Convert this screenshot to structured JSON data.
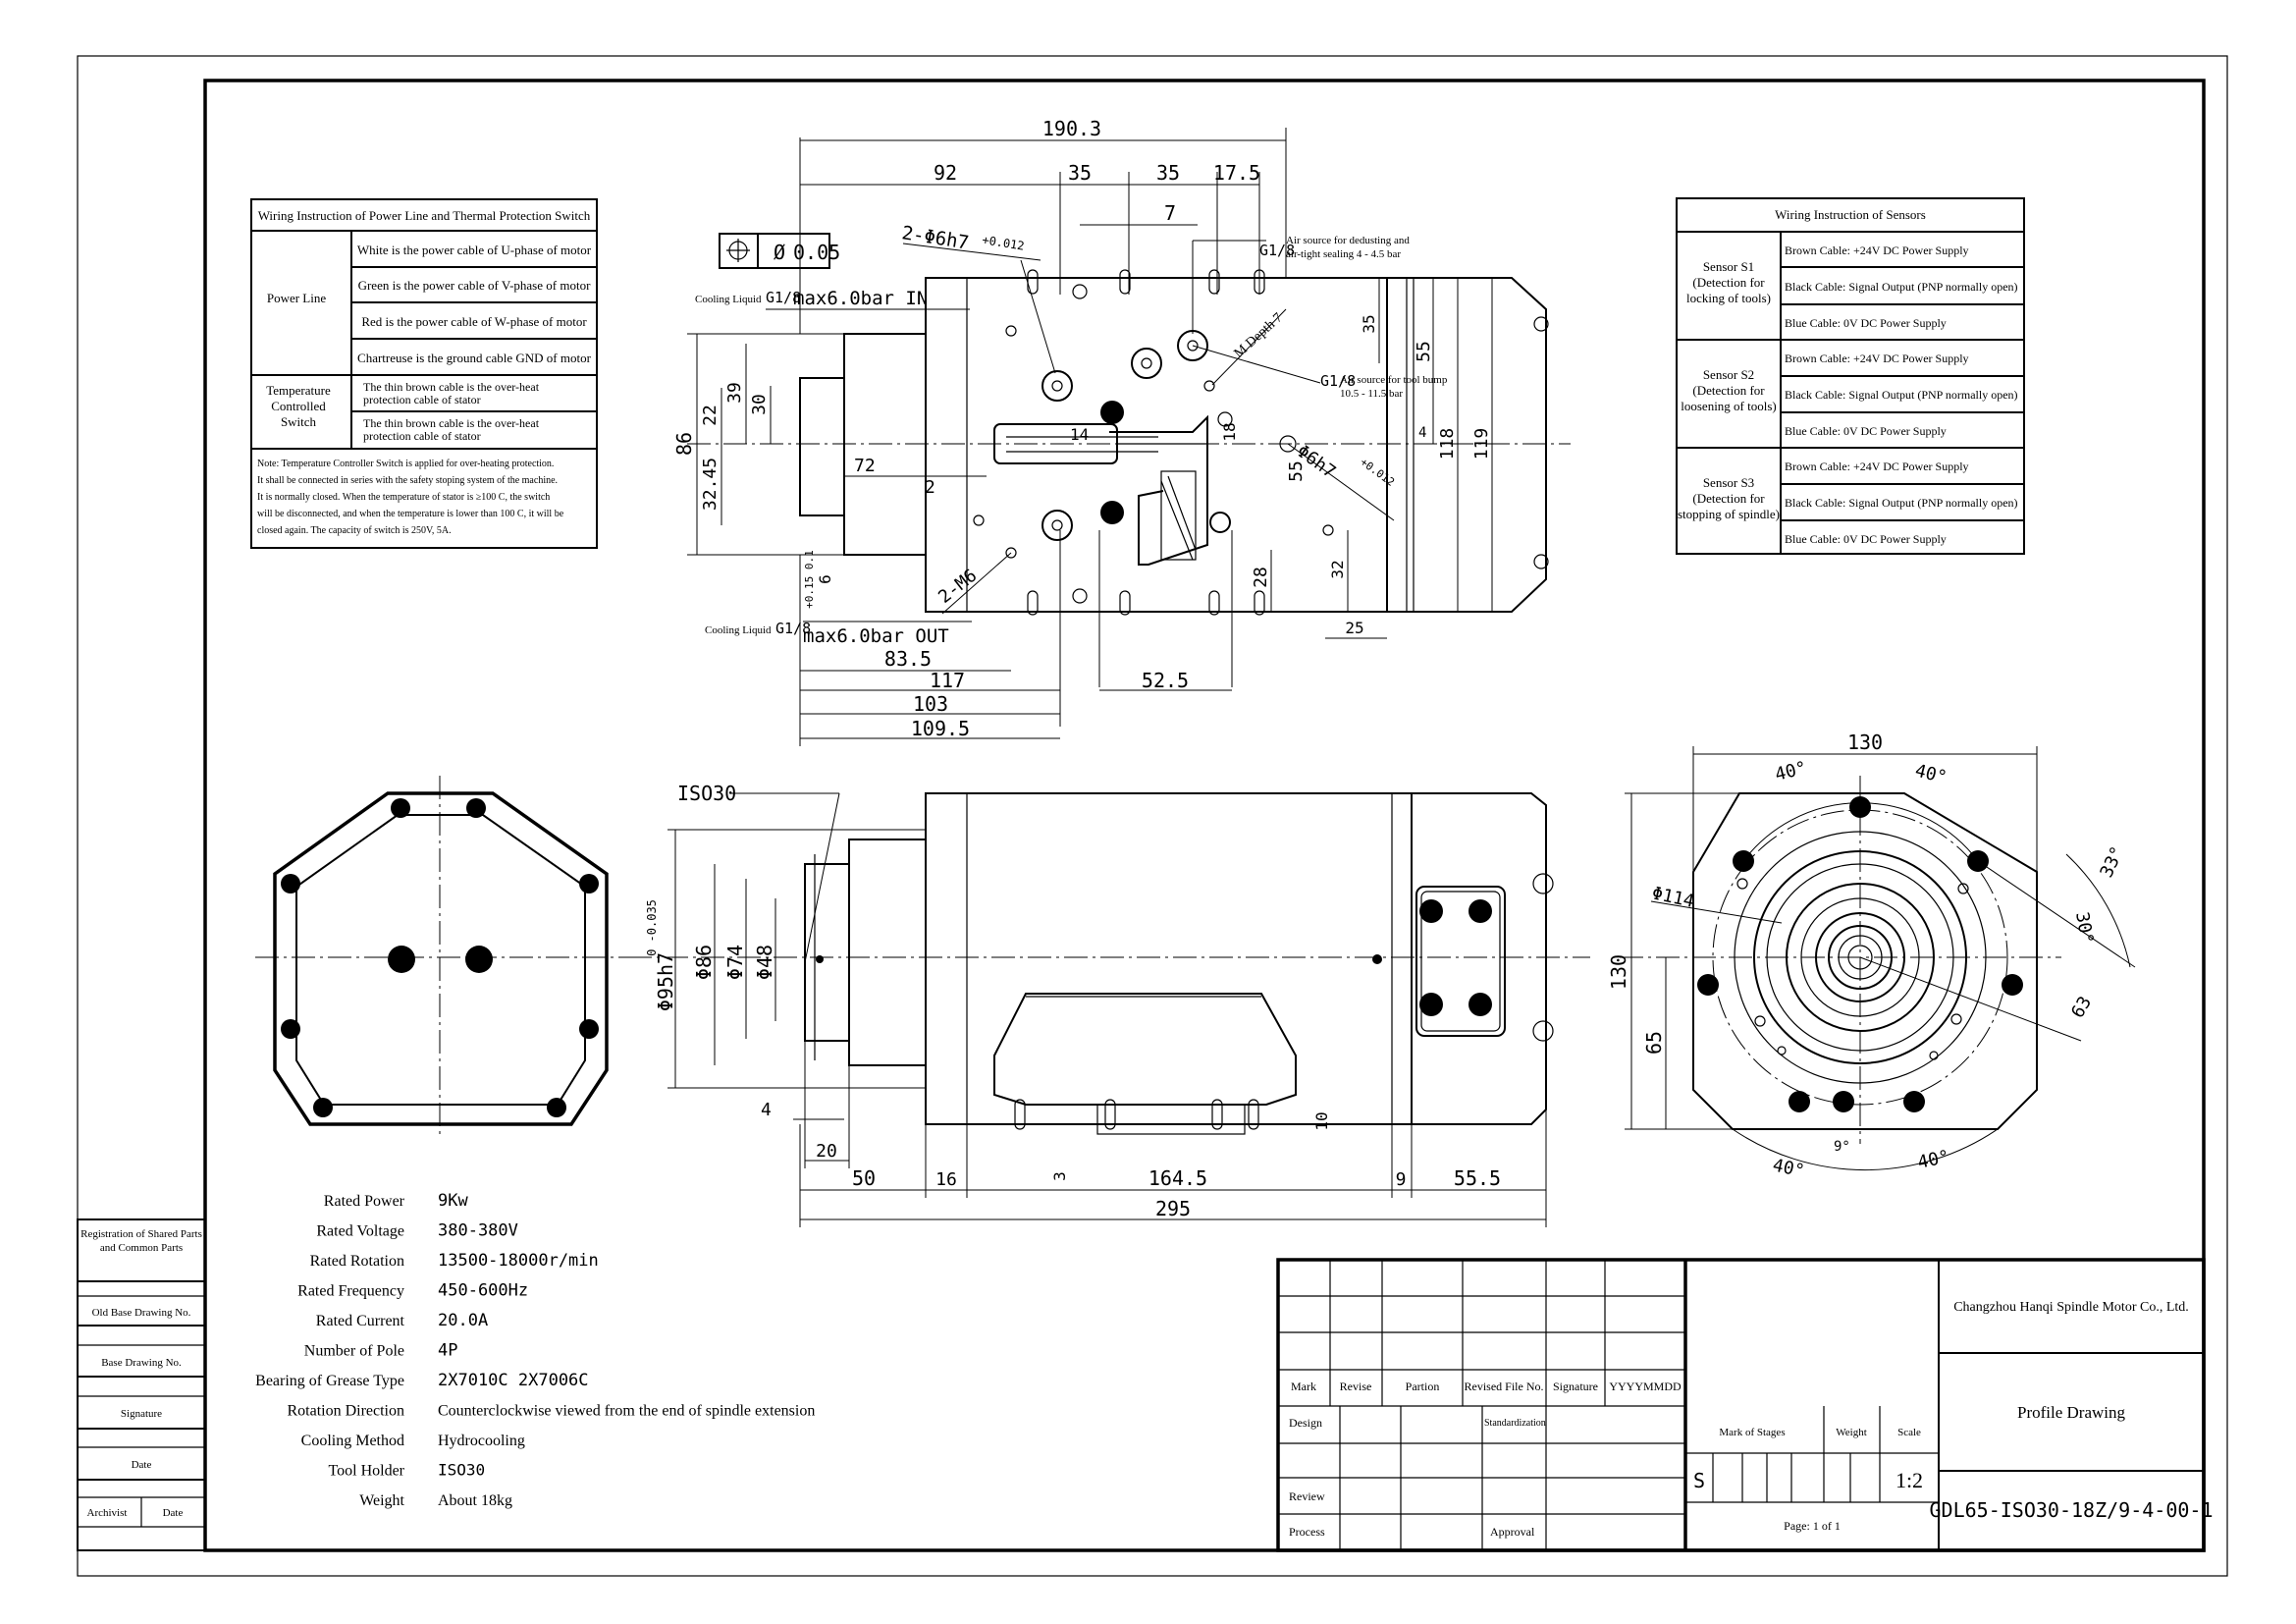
{
  "wiring_power": {
    "title": "Wiring Instruction of Power Line and Thermal Protection Switch",
    "power_line_label": "Power Line",
    "power_rows": [
      "White is the power cable of U-phase of motor",
      "Green is the power cable of V-phase of motor",
      "Red is the power cable of W-phase of motor",
      "Chartreuse is the ground cable GND of motor"
    ],
    "temp_label": [
      "Temperature",
      "Controlled",
      "Switch"
    ],
    "temp_rows": [
      [
        "The thin brown cable is the over-heat",
        "protection cable of stator"
      ],
      [
        "The thin brown cable is the over-heat",
        "protection cable of stator"
      ]
    ],
    "note": [
      "Note: Temperature Controller Switch is applied for over-heating protection.",
      "It shall be connected in series with the safety stoping system of the machine.",
      "It is normally closed. When the temperature of stator is ≥100 C, the switch",
      "will be disconnected, and when the temperature is lower than 100 C, it will be",
      "closed again. The capacity of switch is 250V, 5A."
    ]
  },
  "wiring_sensors": {
    "title": "Wiring Instruction of Sensors",
    "sensors": [
      {
        "label": [
          "Sensor S1",
          "(Detection for",
          "locking of tools)"
        ]
      },
      {
        "label": [
          "Sensor S2",
          "(Detection for",
          "loosening of tools)"
        ]
      },
      {
        "label": [
          "Sensor S3",
          "(Detection for",
          "stopping of spindle)"
        ]
      }
    ],
    "rows": [
      "Brown Cable: +24V DC Power Supply",
      "Black Cable: Signal Output (PNP normally open)",
      "Blue Cable: 0V DC Power Supply"
    ]
  },
  "top_view": {
    "dims_top": [
      "190.3",
      "92",
      "35",
      "35",
      "17.5",
      "7"
    ],
    "tolerance": "0.05",
    "hole_callout": "2-Φ6h7",
    "hole_tol": "+0.012",
    "cooling_in": "Cooling Liquid",
    "cooling_in_spec": "max6.0bar IN",
    "cooling_out": "Cooling Liquid",
    "cooling_out_spec": "max6.0bar OUT",
    "g18": "G1/8",
    "air1": [
      "Air source for dedusting and",
      "air-tight sealing 4 - 4.5 bar"
    ],
    "air2": [
      "Air source for tool bump",
      "10.5 - 11.5 bar"
    ],
    "m_depth": "M Depth 7",
    "hole2": "Φ6h7",
    "hole2_tol": "+0.012",
    "m6": "2-M6",
    "dims_left": [
      "86",
      "22",
      "39",
      "30",
      "32.45"
    ],
    "dims_inner": [
      "72",
      "2",
      "14",
      "18",
      "55",
      "35",
      "55",
      "4",
      "118",
      "119",
      "28",
      "32",
      "25"
    ],
    "slot": "6",
    "slot_tol": "+0.15 0.1",
    "dims_bottom": [
      "83.5",
      "117",
      "52.5",
      "103",
      "109.5"
    ]
  },
  "side_view": {
    "iso": "ISO30",
    "dims_left": [
      "Φ95h7",
      "Φ86",
      "Φ74",
      "Φ48"
    ],
    "tol95": "0 -0.035",
    "dims_small": [
      "4",
      "20",
      "10",
      "3"
    ],
    "dims_bottom": [
      "50",
      "16",
      "164.5",
      "9",
      "55.5"
    ],
    "total": "295"
  },
  "end_view": {
    "width": "130",
    "height": "130",
    "half": "65",
    "dia": "Φ114",
    "angles_top": [
      "40°",
      "40°"
    ],
    "angles_bottom": [
      "40°",
      "40°",
      "9°"
    ],
    "angle_right": [
      "30°",
      "33°"
    ],
    "r63": "63"
  },
  "specs": [
    {
      "label": "Rated Power",
      "value": "9Kw"
    },
    {
      "label": "Rated Voltage",
      "value": "380-380V"
    },
    {
      "label": "Rated Rotation",
      "value": "13500-18000r/min"
    },
    {
      "label": "Rated Frequency",
      "value": "450-600Hz"
    },
    {
      "label": "Rated Current",
      "value": "20.0A"
    },
    {
      "label": "Number of Pole",
      "value": "4P"
    },
    {
      "label": "Bearing of Grease Type",
      "value": "2X7010C  2X7006C"
    },
    {
      "label": "Rotation Direction",
      "value": "Counterclockwise viewed from the end of spindle extension"
    },
    {
      "label": "Cooling Method",
      "value": "Hydrocooling"
    },
    {
      "label": "Tool Holder",
      "value": "ISO30"
    },
    {
      "label": "Weight",
      "value": "About 18kg"
    }
  ],
  "left_strip": [
    "Registration of Shared Parts",
    "and Common Parts",
    "Old Base Drawing No.",
    "Base Drawing No.",
    "Signature",
    "Date",
    "Archivist",
    "Date"
  ],
  "title_block": {
    "headers": [
      "Mark",
      "Revise",
      "Partion",
      "Revised File No.",
      "Signature",
      "YYYYMMDD"
    ],
    "rows": [
      "Design",
      "Review",
      "Process"
    ],
    "standardization": "Standardization",
    "approval": "Approval",
    "mark_of_stages": "Mark of Stages",
    "weight": "Weight",
    "scale": "Scale",
    "stage": "S",
    "scale_value": "1:2",
    "page": "Page:   1  of  1",
    "company": "Changzhou Hanqi Spindle Motor Co., Ltd.",
    "drawing_title": "Profile Drawing",
    "drawing_no": "GDL65-ISO30-18Z/9-4-00-1"
  }
}
